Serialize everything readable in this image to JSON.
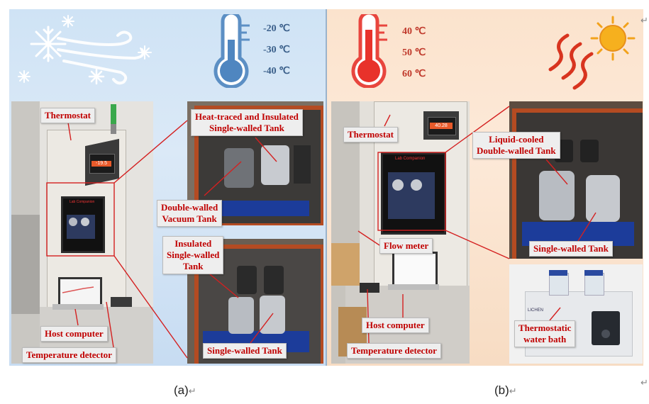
{
  "panel_a": {
    "temperatures": [
      "-20 ℃",
      "-30 ℃",
      "-40 ℃"
    ],
    "thermostat_display": "-19.5",
    "brand": "Lab Companion",
    "labels": {
      "thermostat": "Thermostat",
      "heat_traced_line1": "Heat-traced and Insulated",
      "heat_traced_line2": "Single-walled Tank",
      "double_walled_line1": "Double-walled",
      "double_walled_line2": "Vacuum Tank",
      "insulated_line1": "Insulated",
      "insulated_line2": "Single-walled",
      "insulated_line3": "Tank",
      "single_walled": "Single-walled Tank",
      "host_computer": "Host computer",
      "temperature_detector": "Temperature detector"
    },
    "caption": "(a)"
  },
  "panel_b": {
    "temperatures": [
      "40 ℃",
      "50 ℃",
      "60 ℃"
    ],
    "thermostat_display": "40.28",
    "brand": "Lab Companion",
    "bath_brand": "LICHEN",
    "labels": {
      "thermostat": "Thermostat",
      "liquid_cooled_line1": "Liquid-cooled",
      "liquid_cooled_line2": "Double-walled Tank",
      "flow_meter": "Flow meter",
      "single_walled": "Single-walled Tank",
      "host_computer": "Host computer",
      "water_bath_line1": "Thermostatic",
      "water_bath_line2": "water bath",
      "temperature_detector": "Temperature detector"
    },
    "caption": "(b)"
  },
  "colors": {
    "cold_icon": "#4f86c0",
    "hot_icon": "#e8322b",
    "cold_text": "#3a5f8a",
    "hot_text": "#c0392b",
    "label_text": "#c00000",
    "leader_line": "#d42020"
  },
  "marks": {
    "return_mark": "↵",
    "caption_mark": "↵"
  }
}
